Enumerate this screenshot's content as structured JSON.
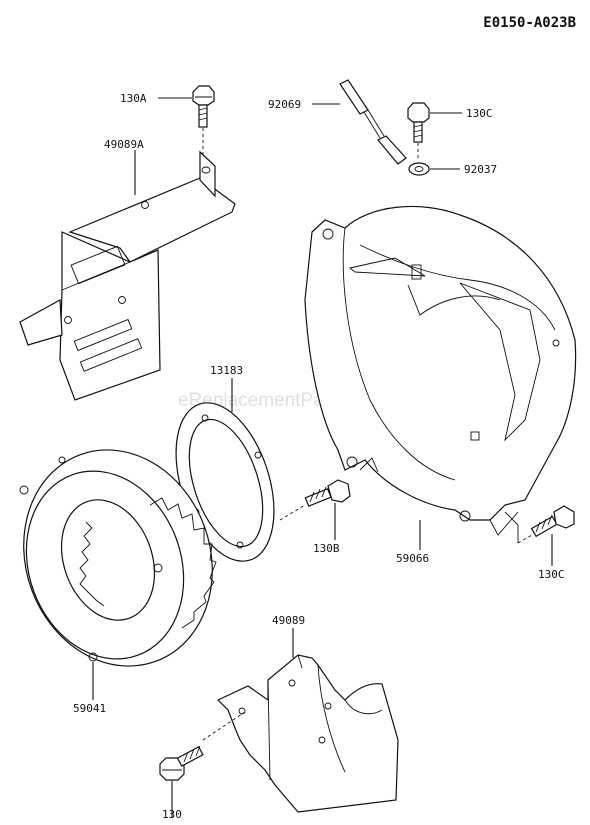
{
  "diagram_id": "E0150-A023B",
  "watermark": "eReplacementParts.com",
  "parts": [
    {
      "key": "bolt_130a",
      "label": "130A"
    },
    {
      "key": "cover_49089a",
      "label": "49089A"
    },
    {
      "key": "lead_92069",
      "label": "92069"
    },
    {
      "key": "bolt_130c_top",
      "label": "130C"
    },
    {
      "key": "terminal_92037",
      "label": "92037"
    },
    {
      "key": "gasket_13183",
      "label": "13183"
    },
    {
      "key": "bolt_130b",
      "label": "130B"
    },
    {
      "key": "housing_59066",
      "label": "59066"
    },
    {
      "key": "bolt_130c_side",
      "label": "130C"
    },
    {
      "key": "cover_49089",
      "label": "49089"
    },
    {
      "key": "fan_59041",
      "label": "59041"
    },
    {
      "key": "bolt_130",
      "label": "130"
    }
  ]
}
